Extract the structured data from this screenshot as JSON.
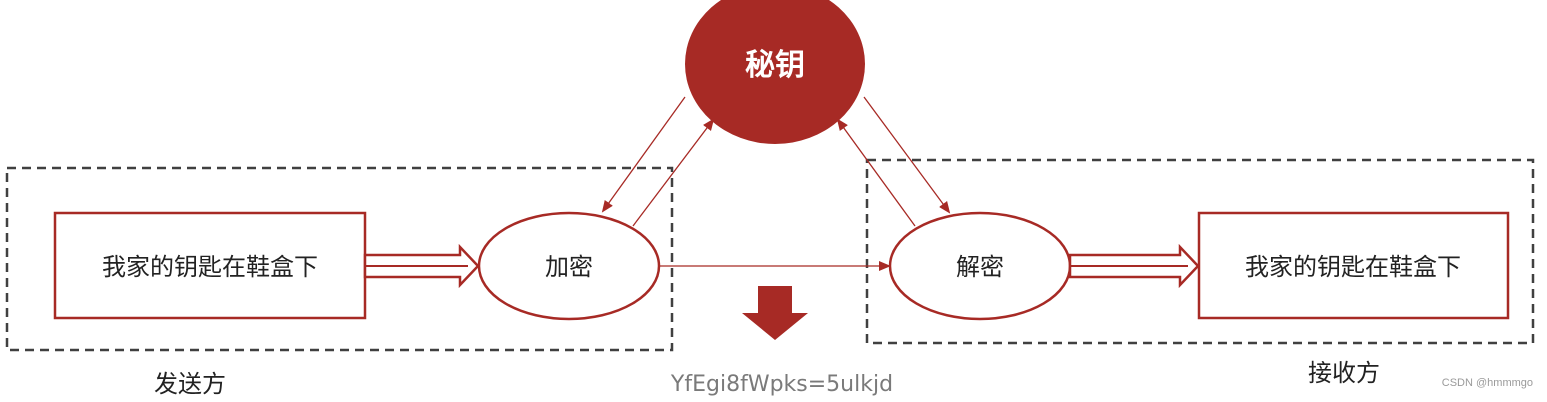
{
  "diagram": {
    "key_node": "秘钥",
    "sender": {
      "group_label": "发送方",
      "plaintext": "我家的钥匙在鞋盒下",
      "encrypt": "加密"
    },
    "receiver": {
      "group_label": "接收方",
      "plaintext": "我家的钥匙在鞋盒下",
      "decrypt": "解密"
    },
    "ciphertext": "YfEgi8fWpks=5ulkjd"
  },
  "watermark": "CSDN @hmmmgo",
  "colors": {
    "accent": "#a72a25",
    "dashed_border": "#404040",
    "ciphertext_text": "#7a7a7a",
    "node_text": "#222222",
    "key_text": "#ffffff"
  }
}
